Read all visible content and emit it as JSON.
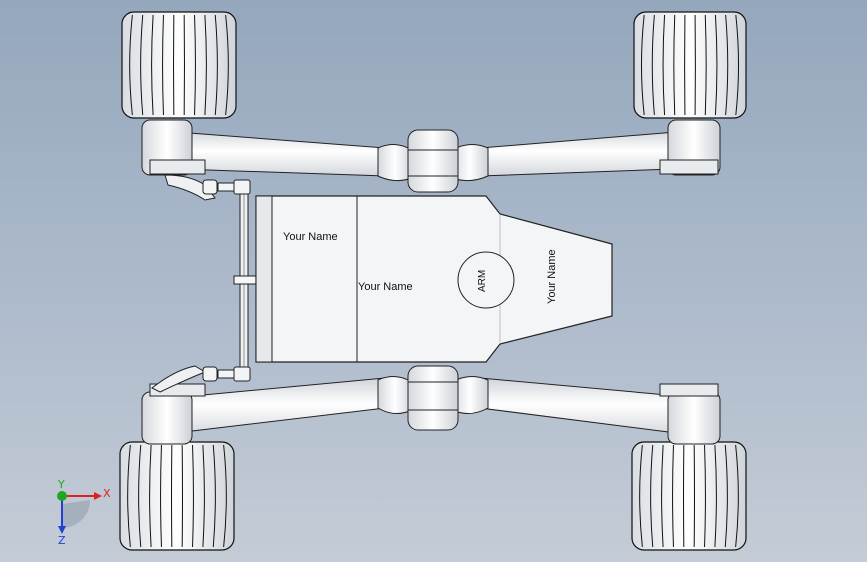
{
  "model": {
    "chassis_labels": {
      "name_rear": "Your Name",
      "name_center": "Your Name",
      "name_front_vertical": "Your Name",
      "arm_circle": "ARM"
    }
  },
  "triad": {
    "x_label": "X",
    "y_label": "Y",
    "z_label": "Z",
    "colors": {
      "x": "#e02020",
      "y": "#1fa81f",
      "z": "#2040d0"
    }
  },
  "viewport": {
    "background_top": "#95a7bd",
    "background_bottom": "#c4ccd6"
  }
}
